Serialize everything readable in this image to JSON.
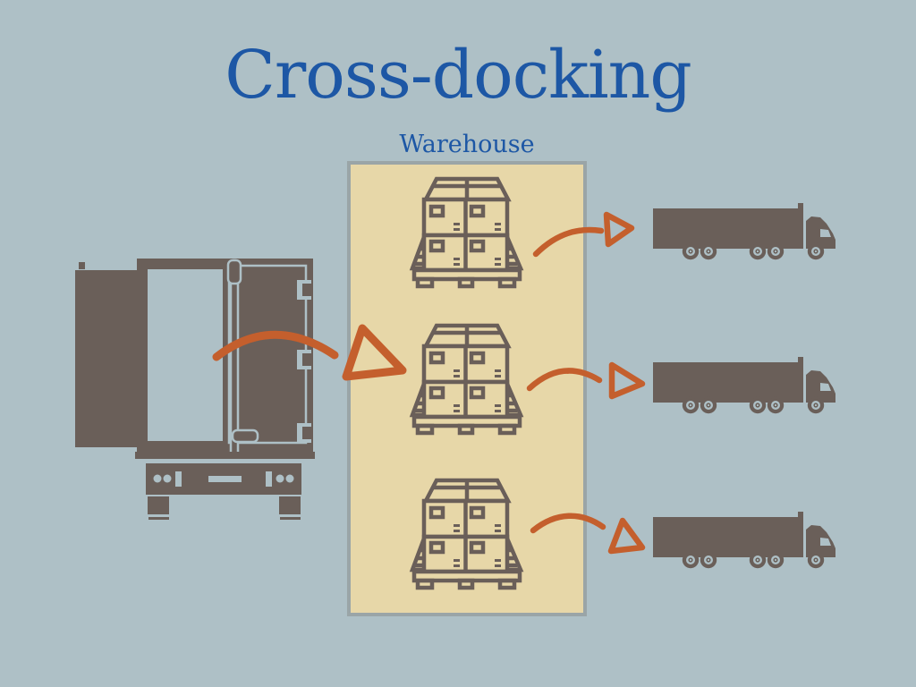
{
  "slide": {
    "title": "Cross-docking",
    "warehouse_label": "Warehouse"
  },
  "colors": {
    "background": "#aec0c6",
    "title-blue": "#1d57a5",
    "warehouse-fill": "#e7d7a8",
    "warehouse-border": "#9aa5a7",
    "icon-dark": "#6a5f59",
    "arrow-orange": "#c45f2d"
  },
  "icons": {
    "inbound_truck": "truck-rear-doors-open-icon",
    "pallet": "pallet-with-boxes-icon",
    "outbound_truck": "truck-side-view-icon",
    "flow_arrow": "curved-sketch-arrow-icon"
  },
  "diagram": {
    "pallet_count": 3,
    "outbound_truck_count": 3,
    "arrow_count": 4
  }
}
